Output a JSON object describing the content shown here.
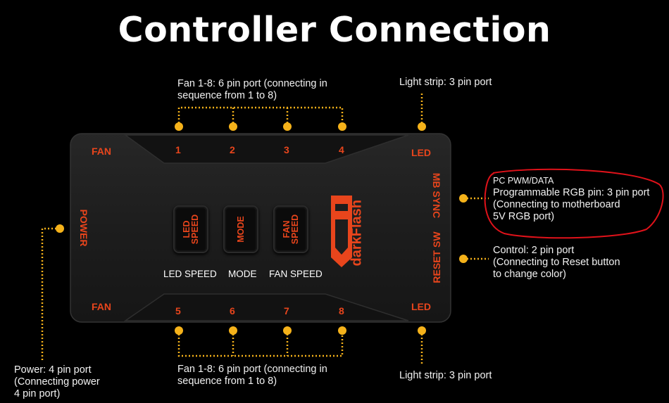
{
  "title": "Controller Connection",
  "annotations": {
    "fan_top": [
      "Fan 1-8: 6 pin port (connecting in",
      "sequence from 1 to 8)"
    ],
    "fan_bottom": [
      "Fan 1-8: 6 pin port (connecting in",
      "sequence from 1 to 8)"
    ],
    "light_top": "Light strip: 3 pin port",
    "light_bottom": "Light strip: 3 pin port",
    "pc_pwm_title": "PC PWM/DATA",
    "rgb": [
      "Programmable RGB pin: 3 pin port",
      "(Connecting to motherboard",
      "5V RGB port)"
    ],
    "control": [
      "Control: 2 pin port",
      "(Connecting to Reset button",
      "to change color)"
    ],
    "power": [
      "Power: 4 pin port",
      "(Connecting power",
      "4 pin port)"
    ]
  },
  "controller": {
    "fan_label": "FAN",
    "led_label": "LED",
    "power_label": "POWER",
    "mb_sync_label": "MB SYNC",
    "reset_sw_label": "RESET SW",
    "ports_top": [
      "1",
      "2",
      "3",
      "4"
    ],
    "ports_bottom": [
      "5",
      "6",
      "7",
      "8"
    ],
    "buttons": [
      {
        "face": "LED\nSPEED",
        "label": "LED SPEED"
      },
      {
        "face": "MODE",
        "label": "MODE"
      },
      {
        "face": "FAN\nSPEED",
        "label": "FAN SPEED"
      }
    ],
    "brand": "darkFlash"
  },
  "colors": {
    "accent": "#e8451c",
    "dot": "#f5b21a",
    "body": "#1e1e1e",
    "highlight_circle": "#e0121a"
  }
}
